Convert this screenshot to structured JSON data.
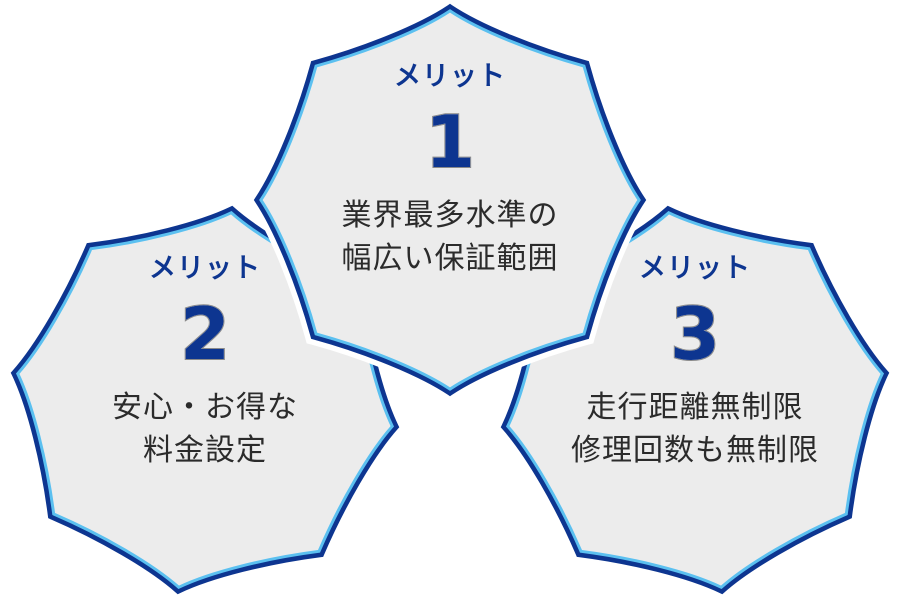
{
  "colors": {
    "outline_outer": "#0d3590",
    "outline_inner": "#5bc0f0",
    "fill": "#ececec",
    "label": "#0d3590",
    "text": "#2b2b2b"
  },
  "merits": [
    {
      "label": "メリット",
      "number": "1",
      "lines": [
        "業界最多水準の",
        "幅広い保証範囲"
      ]
    },
    {
      "label": "メリット",
      "number": "2",
      "lines": [
        "安心・お得な",
        "料金設定"
      ]
    },
    {
      "label": "メリット",
      "number": "3",
      "lines": [
        "走行距離無制限",
        "修理回数も無制限"
      ]
    }
  ]
}
